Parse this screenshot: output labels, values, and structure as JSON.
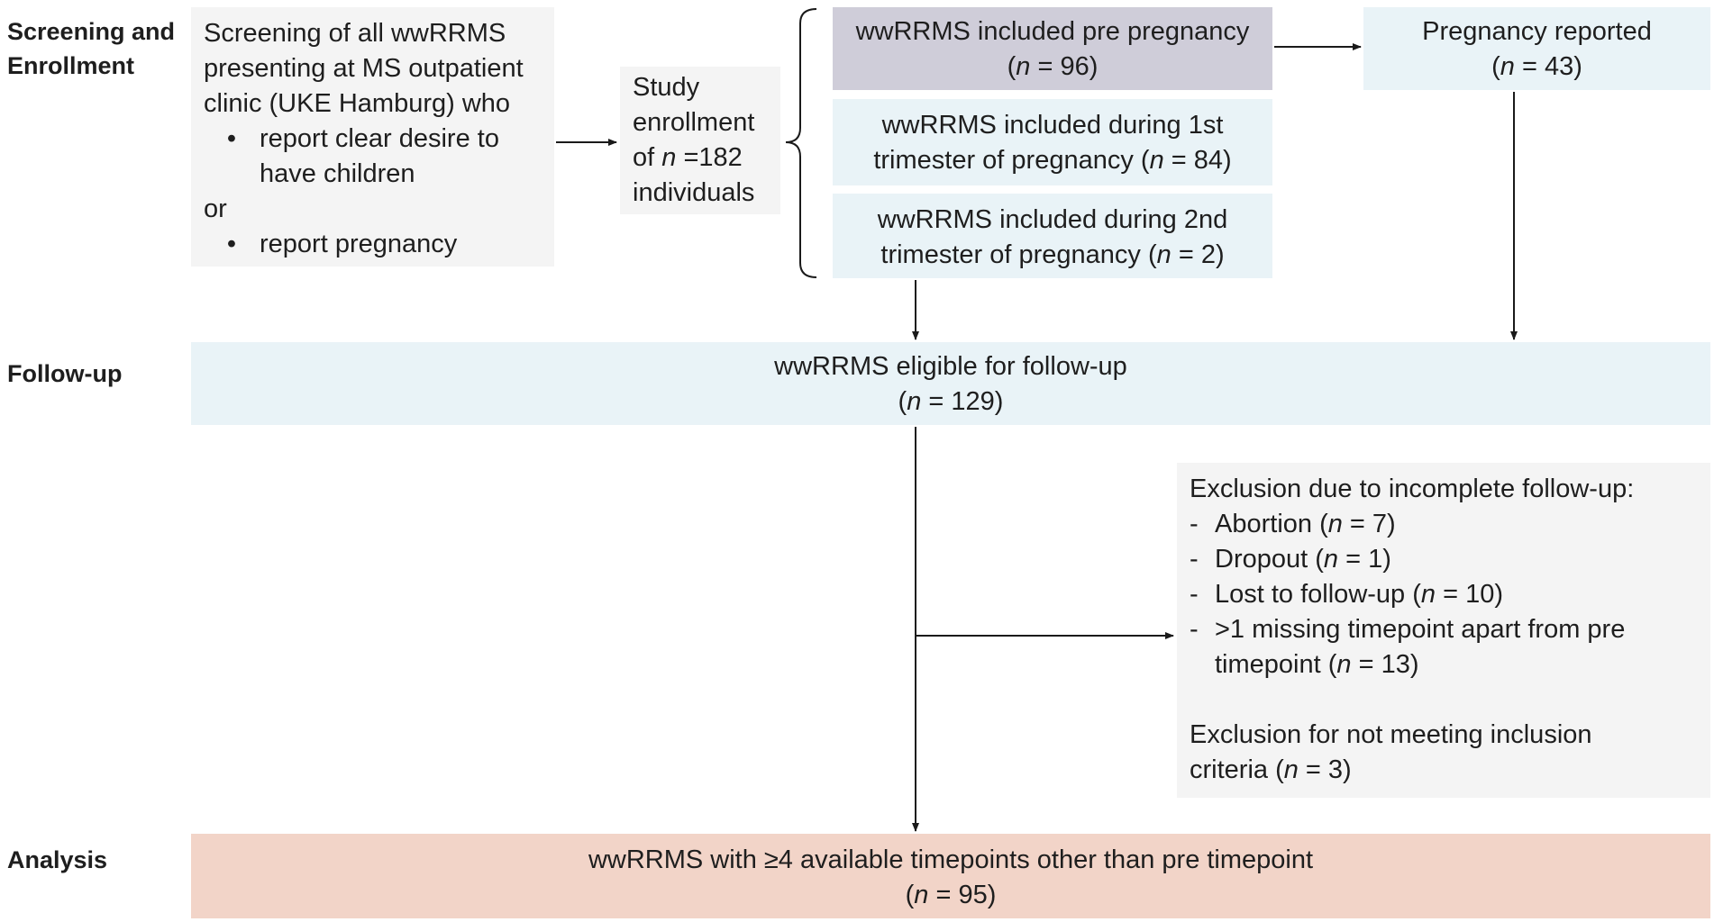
{
  "stages": {
    "screening": [
      "Screening and",
      "Enrollment"
    ],
    "followup": "Follow-up",
    "analysis": "Analysis"
  },
  "screening_box": {
    "lines": [
      "Screening of all wwRRMS",
      "presenting at MS outpatient",
      "clinic (UKE Hamburg) who"
    ],
    "bullet1": [
      "report clear desire to",
      "have children"
    ],
    "or": "or",
    "bullet2": "report pregnancy",
    "bullet_char": "•"
  },
  "enrollment_box": {
    "line1": "Study",
    "line2": "enrollment",
    "line3_prefix": "of ",
    "n": "n",
    "line3_suffix": " =182",
    "line4": "individuals"
  },
  "pre_pregnancy": {
    "label": "wwRRMS included pre pregnancy",
    "n_prefix": "(",
    "n": "n",
    "n_suffix": " = 96)"
  },
  "first_trimester": {
    "line1": "wwRRMS included during 1st",
    "line2_prefix": "trimester of pregnancy (",
    "n": "n",
    "line2_suffix": " = 84)"
  },
  "second_trimester": {
    "line1": "wwRRMS included during 2nd",
    "line2_prefix": "trimester of pregnancy (",
    "n": "n",
    "line2_suffix": " = 2)"
  },
  "pregnancy_reported": {
    "label": "Pregnancy reported",
    "n_prefix": "(",
    "n": "n",
    "n_suffix": " = 43)"
  },
  "followup_box": {
    "label": "wwRRMS eligible for follow-up",
    "n_prefix": "(",
    "n": "n",
    "n_suffix": " = 129)"
  },
  "exclusion_box": {
    "heading": "Exclusion due to incomplete follow-up:",
    "dash": "-",
    "items": [
      {
        "prefix": "Abortion (",
        "n": "n",
        "suffix": " = 7)"
      },
      {
        "prefix": "Dropout (",
        "n": "n",
        "suffix": " = 1)"
      },
      {
        "prefix": "Lost to follow-up (",
        "n": "n",
        "suffix": " = 10)"
      },
      {
        "prefix": ">1 missing timepoint apart from pre",
        "n": "",
        "suffix": ""
      }
    ],
    "item4_line2_prefix": "timepoint (",
    "item4_line2_n": "n",
    "item4_line2_suffix": " = 13)",
    "criteria_line1": "Exclusion for not meeting inclusion",
    "criteria_line2_prefix": "criteria (",
    "criteria_n": "n",
    "criteria_line2_suffix": " = 3)"
  },
  "analysis_box": {
    "label": "wwRRMS with ≥4 available timepoints other than pre timepoint",
    "n_prefix": "(",
    "n": "n",
    "n_suffix": " = 95)"
  },
  "colors": {
    "grey_box": "#f4f4f4",
    "blue_box": "#e9f3f7",
    "purple_box": "#cfcdd9",
    "salmon_box": "#f2d4c8",
    "line": "#1a1a1a"
  }
}
